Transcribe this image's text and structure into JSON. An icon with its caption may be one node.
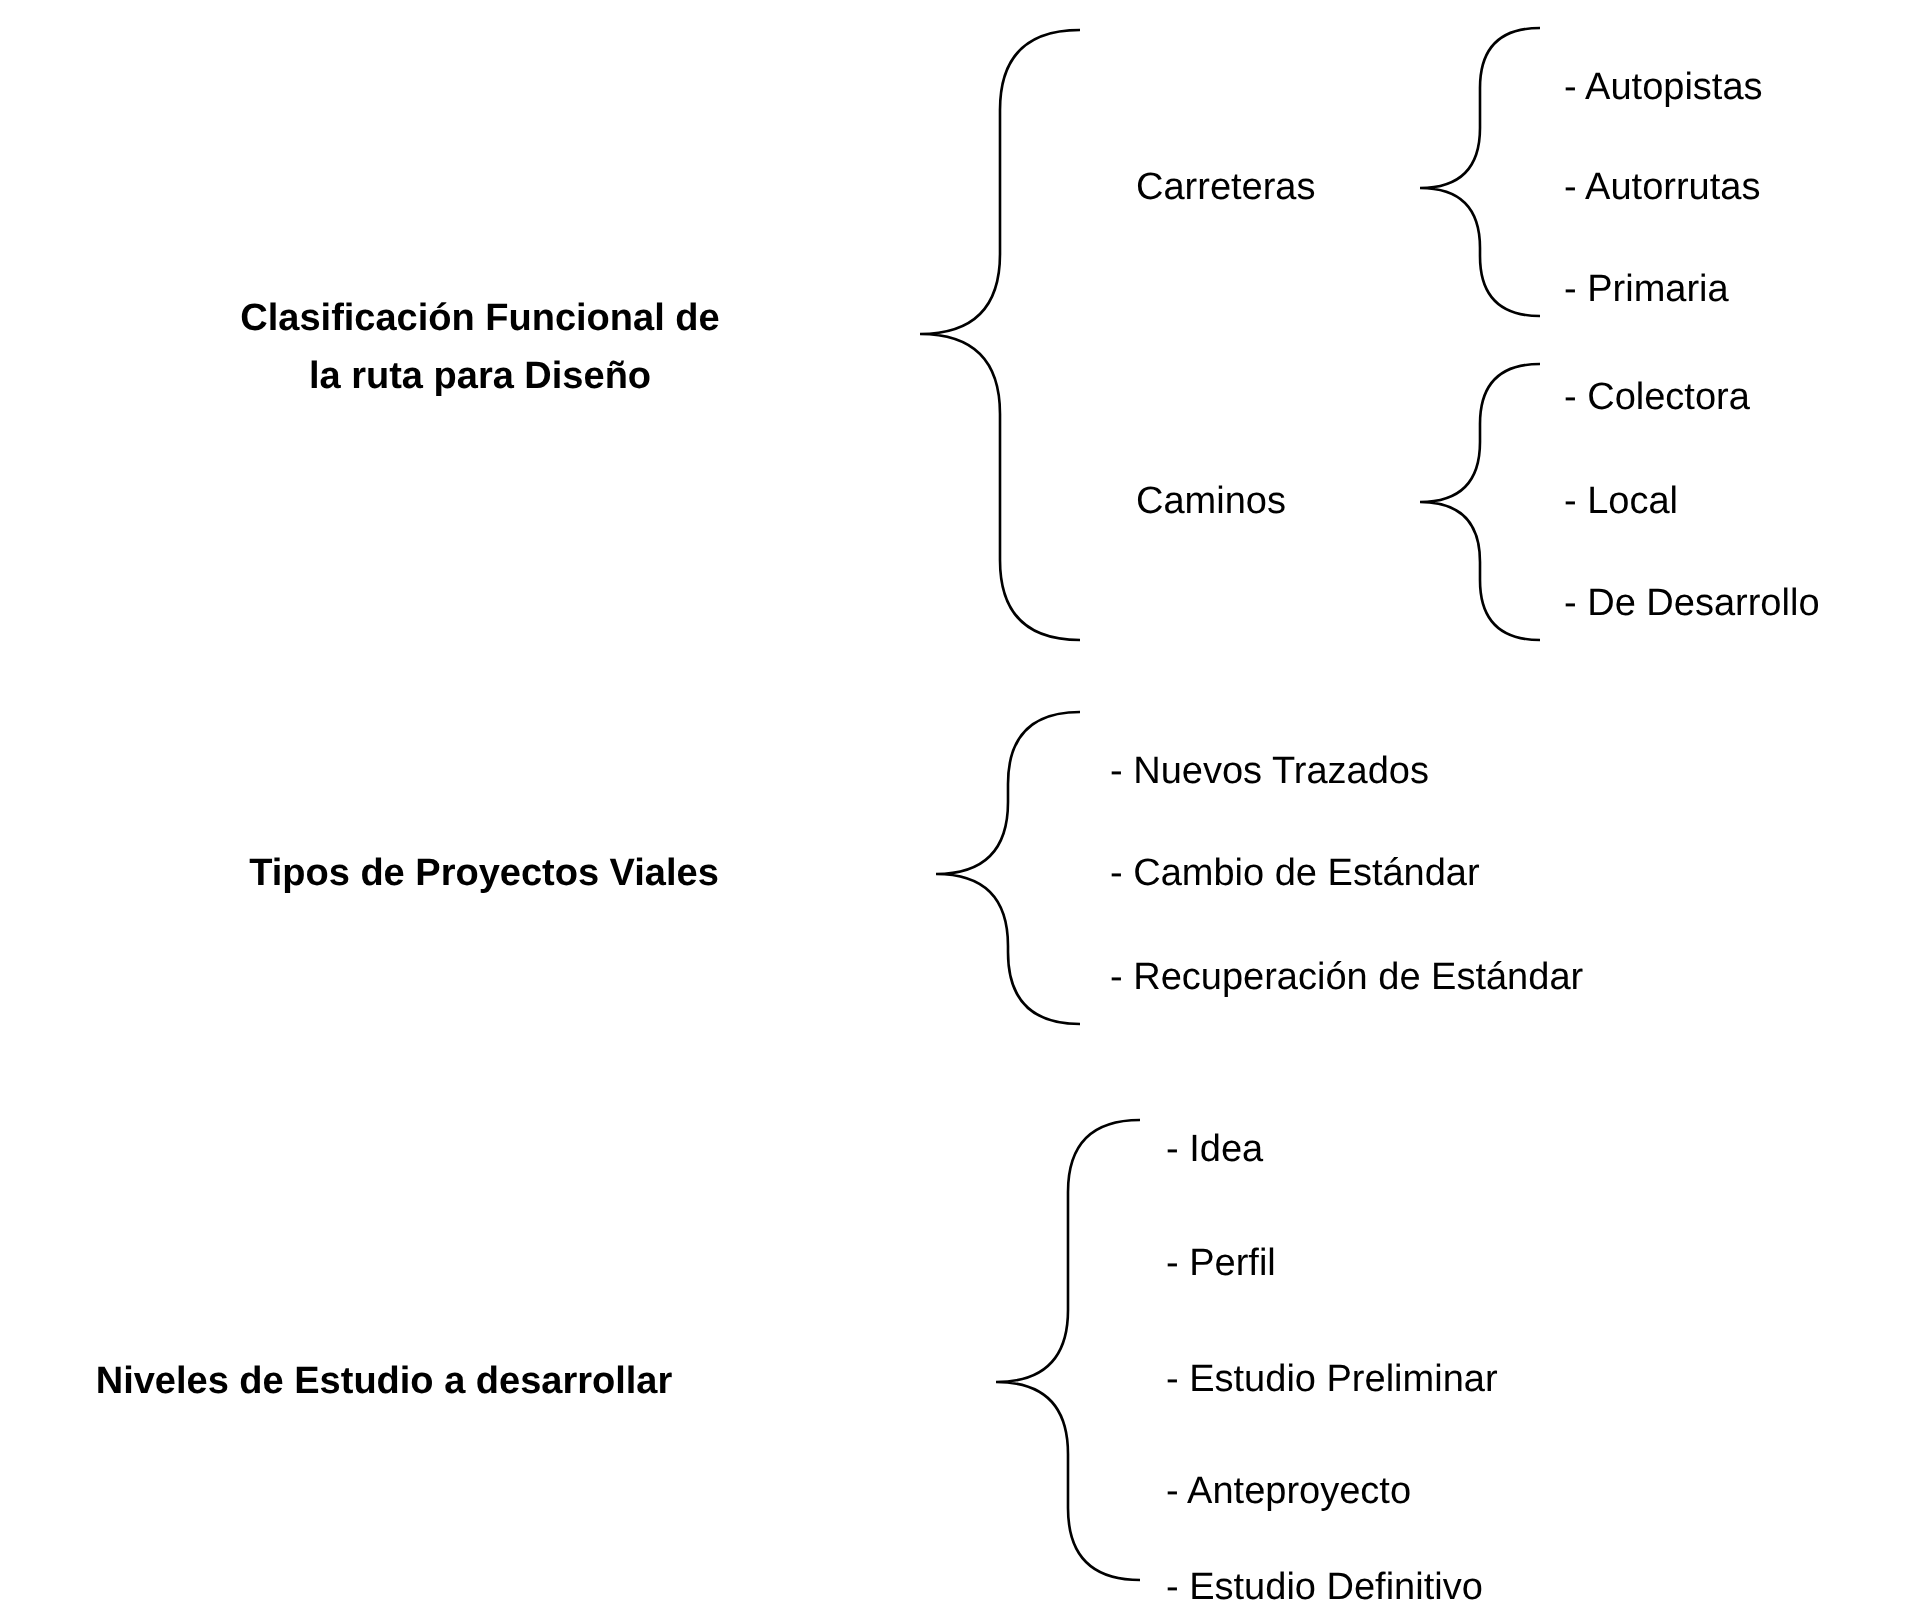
{
  "diagram": {
    "labels": [
      "Clasificación Funcional de la ruta para Diseño",
      "Carreteras",
      "- Autopistas",
      "- Autorrutas",
      "- Primaria",
      "Caminos",
      "- Colectora",
      "- Local",
      "- De Desarrollo",
      "Tipos de Proyectos Viales",
      "- Nuevos Trazados",
      "- Cambio de Estándar",
      "- Recuperación de Estándar",
      "Niveles de Estudio a desarrollar",
      "- Idea",
      "- Perfil",
      "- Estudio Preliminar",
      "- Anteproyecto",
      "- Estudio Definitivo"
    ]
  }
}
